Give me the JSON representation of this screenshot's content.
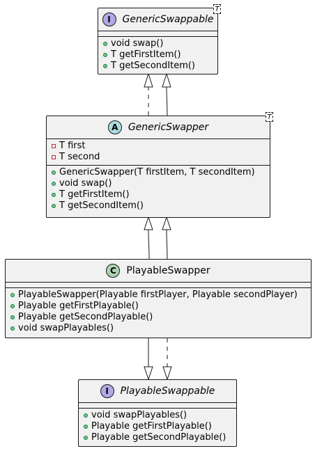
{
  "colors": {
    "interface_badge": "#B4A7E5",
    "abstract_badge": "#A9DCDF",
    "class_badge": "#ADD1B2",
    "box_fill": "#F1F1F1",
    "line": "#181818",
    "public_marker": "#84BE84",
    "private_marker": "#C82930"
  },
  "classes": {
    "generic_swappable": {
      "kind": "interface",
      "badge": "I",
      "name": "GenericSwappable",
      "type_param": "T",
      "methods": [
        {
          "visibility": "public",
          "text": "void swap()"
        },
        {
          "visibility": "public",
          "text": "T getFirstItem()"
        },
        {
          "visibility": "public",
          "text": "T getSecondItem()"
        }
      ]
    },
    "generic_swapper": {
      "kind": "abstract",
      "badge": "A",
      "name": "GenericSwapper",
      "type_param": "T",
      "fields": [
        {
          "visibility": "private",
          "text": "T first"
        },
        {
          "visibility": "private",
          "text": "T second"
        }
      ],
      "methods": [
        {
          "visibility": "public",
          "text": "GenericSwapper(T firstItem, T secondItem)"
        },
        {
          "visibility": "public",
          "text": "void swap()"
        },
        {
          "visibility": "public",
          "text": "T getFirstItem()"
        },
        {
          "visibility": "public",
          "text": "T getSecondItem()"
        }
      ]
    },
    "playable_swapper": {
      "kind": "class",
      "badge": "C",
      "name": "PlayableSwapper",
      "methods": [
        {
          "visibility": "public",
          "text": "PlayableSwapper(Playable firstPlayer, Playable secondPlayer)"
        },
        {
          "visibility": "public",
          "text": "Playable getFirstPlayable()"
        },
        {
          "visibility": "public",
          "text": "Playable getSecondPlayable()"
        },
        {
          "visibility": "public",
          "text": "void swapPlayables()"
        }
      ]
    },
    "playable_swappable": {
      "kind": "interface",
      "badge": "I",
      "name": "PlayableSwappable",
      "methods": [
        {
          "visibility": "public",
          "text": "void swapPlayables()"
        },
        {
          "visibility": "public",
          "text": "Playable getFirstPlayable()"
        },
        {
          "visibility": "public",
          "text": "Playable getSecondPlayable()"
        }
      ]
    }
  },
  "relations": [
    {
      "from": "generic_swapper",
      "to": "generic_swappable",
      "kind": "realization",
      "style": "dashed"
    },
    {
      "from": "generic_swapper",
      "to": "generic_swappable",
      "kind": "generalization",
      "style": "solid"
    },
    {
      "from": "playable_swapper",
      "to": "generic_swapper",
      "kind": "generalization",
      "style": "solid"
    },
    {
      "from": "playable_swapper",
      "to": "generic_swapper",
      "kind": "generalization",
      "style": "solid"
    },
    {
      "from": "playable_swapper",
      "to": "playable_swappable",
      "kind": "generalization",
      "style": "solid"
    },
    {
      "from": "playable_swapper",
      "to": "playable_swappable",
      "kind": "realization",
      "style": "dashed"
    }
  ]
}
